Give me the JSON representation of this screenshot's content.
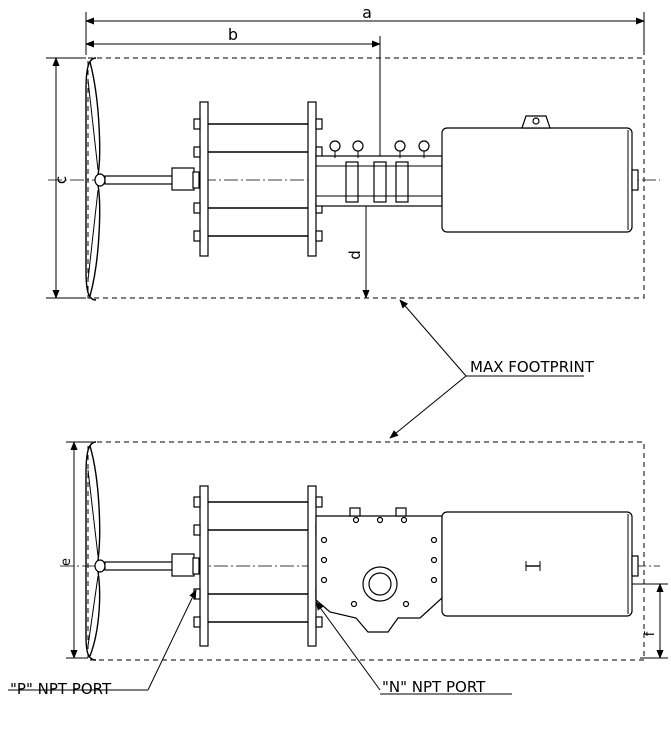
{
  "dimensions": {
    "a": "a",
    "b": "b",
    "c": "c",
    "d": "d",
    "e": "e",
    "f": "f"
  },
  "callouts": {
    "max_footprint": "MAX FOOTPRINT",
    "p_port": "\"P\" NPT PORT",
    "n_port": "\"N\" NPT PORT"
  }
}
